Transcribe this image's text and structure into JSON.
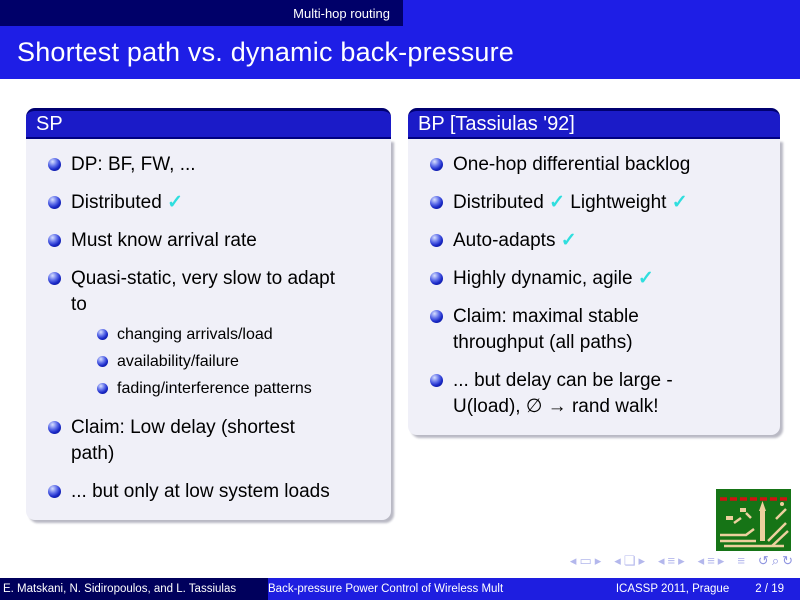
{
  "top": {
    "section": "Multi-hop routing"
  },
  "title": "Shortest path vs. dynamic back-pressure",
  "blocks": [
    {
      "title": "SP",
      "items": [
        {
          "segments": [
            {
              "t": "DP: BF, FW, ..."
            }
          ]
        },
        {
          "segments": [
            {
              "t": "Distributed "
            },
            {
              "t": "✓",
              "check": true
            }
          ]
        },
        {
          "segments": [
            {
              "t": "Must know arrival rate"
            }
          ]
        },
        {
          "segments": [
            {
              "t": "Quasi-static, very slow to adapt to"
            }
          ],
          "sub": [
            {
              "segments": [
                {
                  "t": "changing arrivals/load"
                }
              ]
            },
            {
              "segments": [
                {
                  "t": "availability/failure"
                }
              ]
            },
            {
              "segments": [
                {
                  "t": "fading/interference patterns"
                }
              ]
            }
          ]
        },
        {
          "segments": [
            {
              "t": "Claim: Low delay (shortest path)"
            }
          ]
        },
        {
          "segments": [
            {
              "t": "... but only at low system loads"
            }
          ]
        }
      ]
    },
    {
      "title": "BP [Tassiulas '92]",
      "items": [
        {
          "segments": [
            {
              "t": "One-hop differential backlog"
            }
          ]
        },
        {
          "segments": [
            {
              "t": "Distributed "
            },
            {
              "t": "✓",
              "check": true
            },
            {
              "t": " Lightweight "
            },
            {
              "t": "✓",
              "check": true
            }
          ]
        },
        {
          "segments": [
            {
              "t": "Auto-adapts "
            },
            {
              "t": "✓",
              "check": true
            }
          ]
        },
        {
          "segments": [
            {
              "t": "Highly dynamic, agile "
            },
            {
              "t": "✓",
              "check": true
            }
          ]
        },
        {
          "segments": [
            {
              "t": "Claim: maximal stable throughput (all paths)"
            }
          ]
        },
        {
          "segments": [
            {
              "t": "... but delay can be large - U(load), ∅ → rand walk!"
            }
          ]
        }
      ]
    }
  ],
  "nav": {
    "groups": [
      {
        "icons": [
          {
            "g": "◂",
            "n": "nav-slide-prev-icon"
          },
          {
            "g": "▭",
            "n": "nav-slide-icon"
          },
          {
            "g": "▸",
            "n": "nav-slide-next-icon"
          }
        ]
      },
      {
        "icons": [
          {
            "g": "◂",
            "n": "nav-frame-prev-icon"
          },
          {
            "g": "❏",
            "n": "nav-frame-icon"
          },
          {
            "g": "▸",
            "n": "nav-frame-next-icon"
          }
        ]
      },
      {
        "icons": [
          {
            "g": "◂",
            "n": "nav-subsection-prev-icon"
          },
          {
            "g": "≡",
            "n": "nav-subsection-icon"
          },
          {
            "g": "▸",
            "n": "nav-subsection-next-icon"
          }
        ]
      },
      {
        "icons": [
          {
            "g": "◂",
            "n": "nav-section-prev-icon"
          },
          {
            "g": "≡",
            "n": "nav-section-icon"
          },
          {
            "g": "▸",
            "n": "nav-section-next-icon"
          }
        ]
      },
      {
        "icons": [
          {
            "g": "≡",
            "n": "nav-appendix-icon"
          }
        ]
      },
      {
        "icons": [
          {
            "g": "↺",
            "n": "nav-back-icon"
          },
          {
            "g": "⌕",
            "n": "nav-search-icon"
          },
          {
            "g": "↻",
            "n": "nav-forward-icon"
          }
        ]
      }
    ]
  },
  "footer": {
    "authors": "E. Matskani, N. Sidiropoulos, and L. Tassiulas",
    "short_title": "Back-pressure Power Control of Wireless Mult",
    "venue": "ICASSP 2011, Prague",
    "page": "2 / 19"
  },
  "colors": {
    "bright_blue": "#1e1ee6",
    "dark_navy": "#000069",
    "block_header_blue": "#1b1bc8",
    "block_body": "#f0f0f8",
    "checkmark_cyan": "#2fdede",
    "footer_navy": "#00005c",
    "logo_green": "#167416",
    "logo_trace": "#edd09e",
    "logo_red": "#cf1212"
  }
}
